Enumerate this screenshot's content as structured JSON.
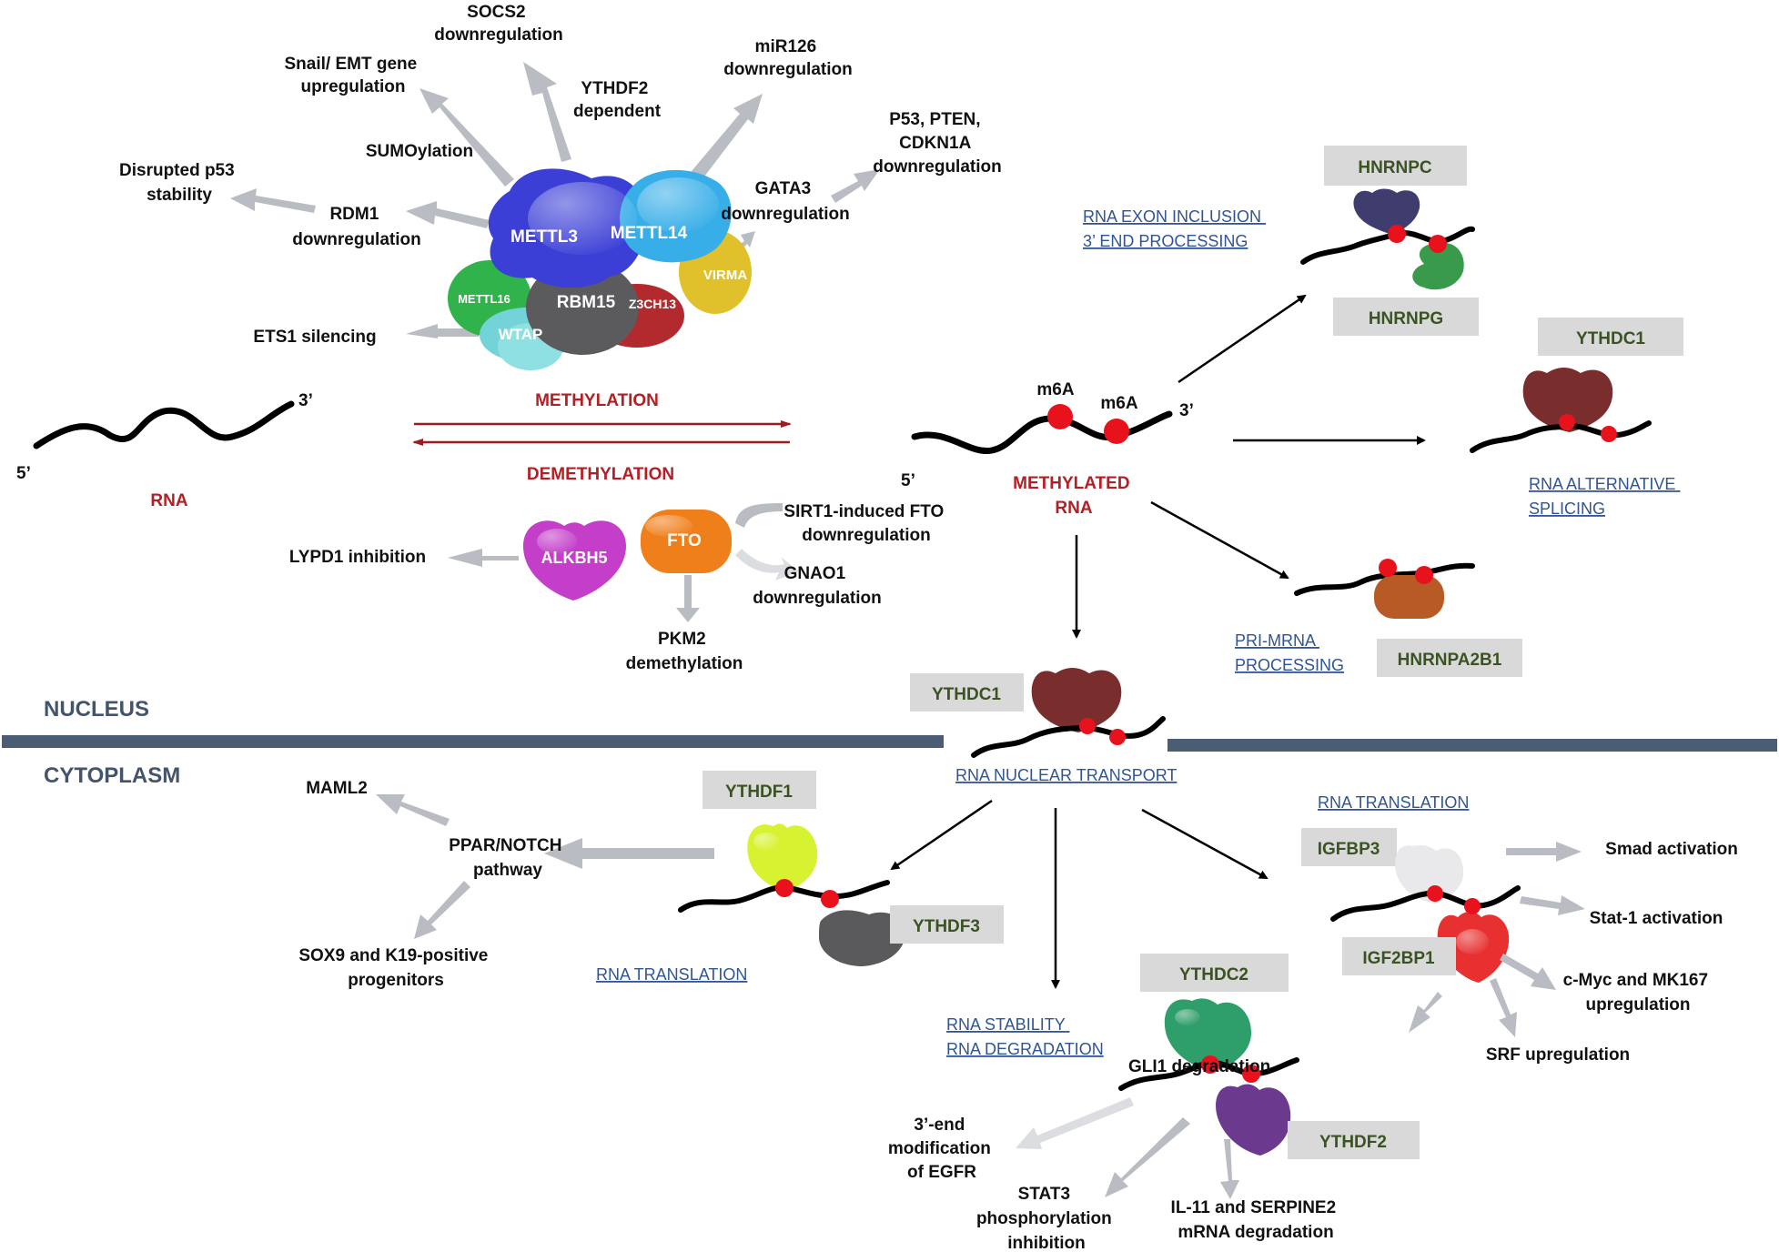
{
  "colors": {
    "red_text": "#b21f24",
    "blue_link": "#2f5597",
    "green_text": "#3b5323",
    "gray_box": "#d9d9d9",
    "arrow_gray": "#b9bcc2",
    "divider": "#4b5d73",
    "m6a_dot": "#e8121c"
  },
  "sections": {
    "nucleus": "NUCLEUS",
    "cytoplasm": "CYTOPLASM"
  },
  "rna": {
    "label": "RNA",
    "five_prime": "5’",
    "three_prime": "3’"
  },
  "process": {
    "methylation": "METHYLATION",
    "demethylation": "DEMETHYLATION"
  },
  "writer_complex": {
    "proteins": [
      "METTL3",
      "METTL14",
      "METTL16",
      "RBM15",
      "Z3CH13",
      "VIRMA",
      "WTAP"
    ],
    "effects": {
      "socs2": [
        "SOCS2",
        "downregulation"
      ],
      "snail": [
        "Snail/ EMT gene",
        "upregulation"
      ],
      "ythdf2_dep": [
        "YTHDF2",
        "dependent"
      ],
      "mir126": [
        "miR126",
        "downregulation"
      ],
      "p53_pten": [
        "P53, PTEN,",
        "CDKN1A",
        "downregulation"
      ],
      "gata3": [
        "GATA3",
        "downregulation"
      ],
      "sumo": [
        "SUMOylation"
      ],
      "disrupted_p53": [
        "Disrupted p53",
        "stability"
      ],
      "rdm1": [
        "RDM1",
        "downregulation"
      ],
      "ets1": [
        "ETS1 silencing"
      ]
    }
  },
  "erasers": {
    "alkbh5": "ALKBH5",
    "fto": "FTO",
    "lypd1": "LYPD1 inhibition",
    "sirt1": [
      "SIRT1-induced FTO",
      "downregulation"
    ],
    "gnao1": [
      "GNAO1",
      "downregulation"
    ],
    "pkm2": [
      "PKM2",
      "demethylation"
    ]
  },
  "methylated_rna": {
    "label": [
      "METHYLATED",
      "RNA"
    ],
    "m6a_1": "m6A",
    "m6a_2": "m6A",
    "five_prime": "5’",
    "three_prime": "3’"
  },
  "nuclear_readers": {
    "hnrnpc": "HNRNPC",
    "hnrnpg": "HNRNPG",
    "exon": [
      "RNA EXON INCLUSION",
      "3’ END PROCESSING"
    ],
    "ythdc1_a": "YTHDC1",
    "alt_splicing": [
      "RNA ALTERNATIVE",
      "SPLICING"
    ],
    "pri_mrna": [
      "PRI-MRNA",
      "PROCESSING"
    ],
    "hnrnpa2b1": "HNRNPA2B1",
    "ythdc1_b": "YTHDC1",
    "nuclear_transport": "RNA NUCLEAR TRANSPORT"
  },
  "cytoplasm_readers": {
    "ythdf1": "YTHDF1",
    "ythdf3": "YTHDF3",
    "translation_left": "RNA TRANSLATION",
    "ppar": [
      "PPAR/NOTCH",
      "pathway"
    ],
    "maml2": "MAML2",
    "sox9": [
      "SOX9 and K19-positive",
      "progenitors"
    ],
    "ythdc2": "YTHDC2",
    "ythdf2": "YTHDF2",
    "stability": [
      "RNA STABILITY",
      "RNA DEGRADATION"
    ],
    "egfr": [
      "3’-end",
      "modification",
      "of EGFR"
    ],
    "stat3": [
      "STAT3",
      "phosphorylation",
      "inhibition"
    ],
    "il11": [
      "IL-11 and SERPINE2",
      "mRNA degradation"
    ],
    "translation_right": "RNA TRANSLATION",
    "igfbp3": "IGFBP3",
    "igf2bp1": "IGF2BP1",
    "smad": "Smad activation",
    "stat1": "Stat-1 activation",
    "cmyc": [
      "c-Myc and MK167",
      "upregulation"
    ],
    "srf": "SRF upregulation",
    "gli1": "GLI1 degradation"
  }
}
